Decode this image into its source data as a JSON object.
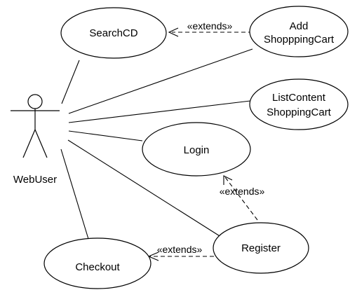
{
  "actor": {
    "name": "WebUser"
  },
  "use_cases": {
    "search_cd": {
      "label": "SearchCD"
    },
    "add_cart": {
      "line1": "Add",
      "line2": "ShopppingCart"
    },
    "list_content": {
      "line1": "ListContent",
      "line2": "ShoppingCart"
    },
    "login": {
      "label": "Login"
    },
    "register": {
      "label": "Register"
    },
    "checkout": {
      "label": "Checkout"
    }
  },
  "relations": {
    "add_extends_search": "«extends»",
    "register_extends_login": "«extends»",
    "register_extends_checkout": "«extends»"
  }
}
